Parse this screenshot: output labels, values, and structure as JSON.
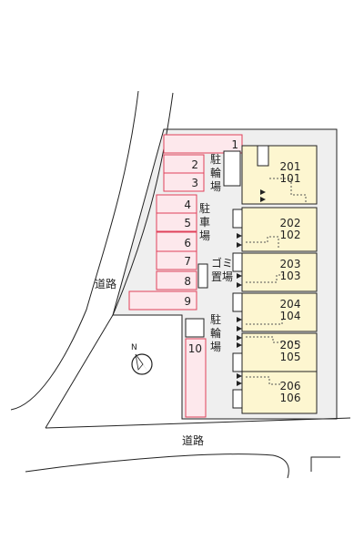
{
  "map": {
    "road_labels": [
      "道路",
      "道路"
    ],
    "parking_slots": [
      "1",
      "2",
      "3",
      "4",
      "5",
      "6",
      "7",
      "8",
      "9",
      "10"
    ],
    "bicycle_parking_label": "駐輪場",
    "bicycle_parking_label_2": "駐輪場",
    "car_parking_label": "駐車場",
    "garbage_label": "ゴミ置場",
    "units": [
      {
        "upper": "201",
        "lower": "101"
      },
      {
        "upper": "202",
        "lower": "102"
      },
      {
        "upper": "203",
        "lower": "103"
      },
      {
        "upper": "204",
        "lower": "104"
      },
      {
        "upper": "205",
        "lower": "105"
      },
      {
        "upper": "206",
        "lower": "106"
      }
    ],
    "compass_label": "N",
    "colors": {
      "site_fill": "#efefef",
      "parking_stroke": "#e0405a",
      "parking_fill": "#fde8ec",
      "building_fill": "#fdf6d0",
      "line": "#222222"
    }
  }
}
